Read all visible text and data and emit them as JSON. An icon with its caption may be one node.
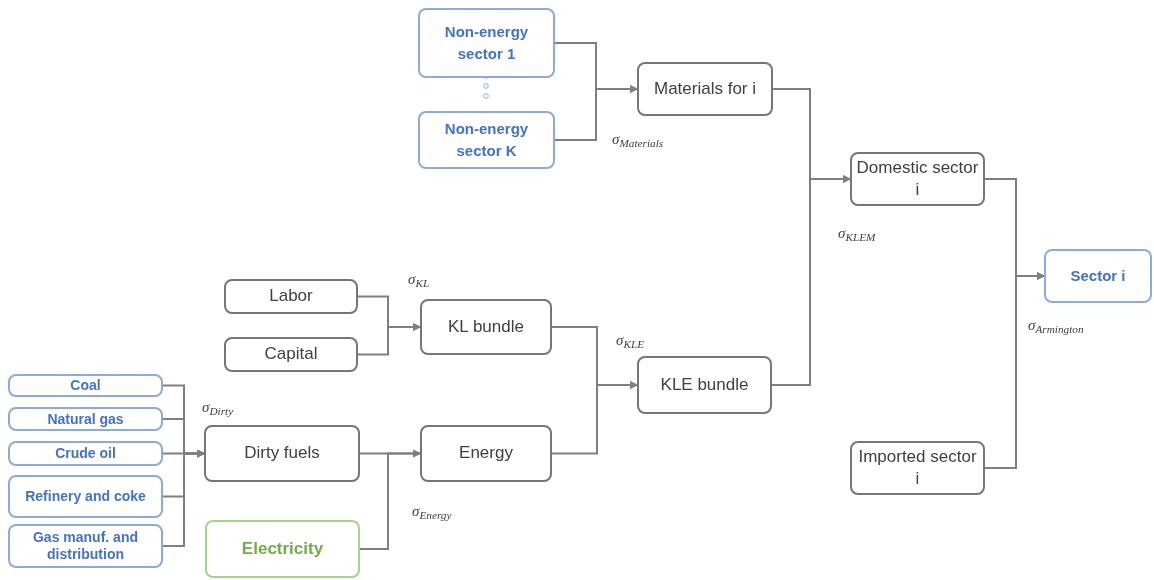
{
  "diagram": {
    "nodes": [
      {
        "text": [
          "Non-energy sector 1"
        ]
      },
      {
        "text": [
          "Non-energy sector K"
        ]
      },
      {
        "text": [
          "Materials for i"
        ]
      },
      {
        "text": [
          "Domestic sector i"
        ]
      },
      {
        "text": [
          "Sector i"
        ]
      },
      {
        "text": [
          "Labor"
        ]
      },
      {
        "text": [
          "Capital"
        ]
      },
      {
        "text": [
          "KL bundle"
        ]
      },
      {
        "text": [
          "KLE bundle"
        ]
      },
      {
        "text": [
          "Imported sector i"
        ]
      },
      {
        "text": [
          "Coal"
        ]
      },
      {
        "text": [
          "Natural gas"
        ]
      },
      {
        "text": [
          "Crude oil"
        ]
      },
      {
        "text": [
          "Refinery and coke"
        ]
      },
      {
        "text": [
          "Gas manuf. and distribution"
        ]
      },
      {
        "text": [
          "Dirty fuels"
        ]
      },
      {
        "text": [
          "Energy"
        ]
      },
      {
        "text": [
          "Electricity"
        ]
      }
    ],
    "edges": [
      {
        "from": 0,
        "to": 2,
        "arrow": "to"
      },
      {
        "from": 1,
        "to": 2,
        "arrow": "to"
      },
      {
        "from": 2,
        "to": 3,
        "arrow": "to"
      },
      {
        "from": 8,
        "to": 3,
        "arrow": "to"
      },
      {
        "from": 3,
        "to": 4,
        "arrow": "to"
      },
      {
        "from": 9,
        "to": 4,
        "arrow": "to"
      },
      {
        "from": 5,
        "to": 7,
        "arrow": "to"
      },
      {
        "from": 6,
        "to": 7,
        "arrow": "to"
      },
      {
        "from": 7,
        "to": 8,
        "arrow": "to"
      },
      {
        "from": 16,
        "to": 8,
        "arrow": "to"
      },
      {
        "from": 10,
        "to": 15,
        "arrow": "to"
      },
      {
        "from": 11,
        "to": 15,
        "arrow": "to"
      },
      {
        "from": 12,
        "to": 15,
        "arrow": "to"
      },
      {
        "from": 13,
        "to": 15,
        "arrow": "to"
      },
      {
        "from": 14,
        "to": 15,
        "arrow": "to"
      },
      {
        "from": 15,
        "to": 16,
        "arrow": "to"
      },
      {
        "from": 17,
        "to": 16,
        "arrow": "to"
      }
    ],
    "labels": [
      "σ$_{Materials}$",
      "σ$_{KLEM}$",
      "σ$_{Armington}$",
      "σ$_{KL}$",
      "σ$_{KLE}$",
      "σ$_{Dirty}$",
      "σ$_{Energy}$"
    ]
  }
}
